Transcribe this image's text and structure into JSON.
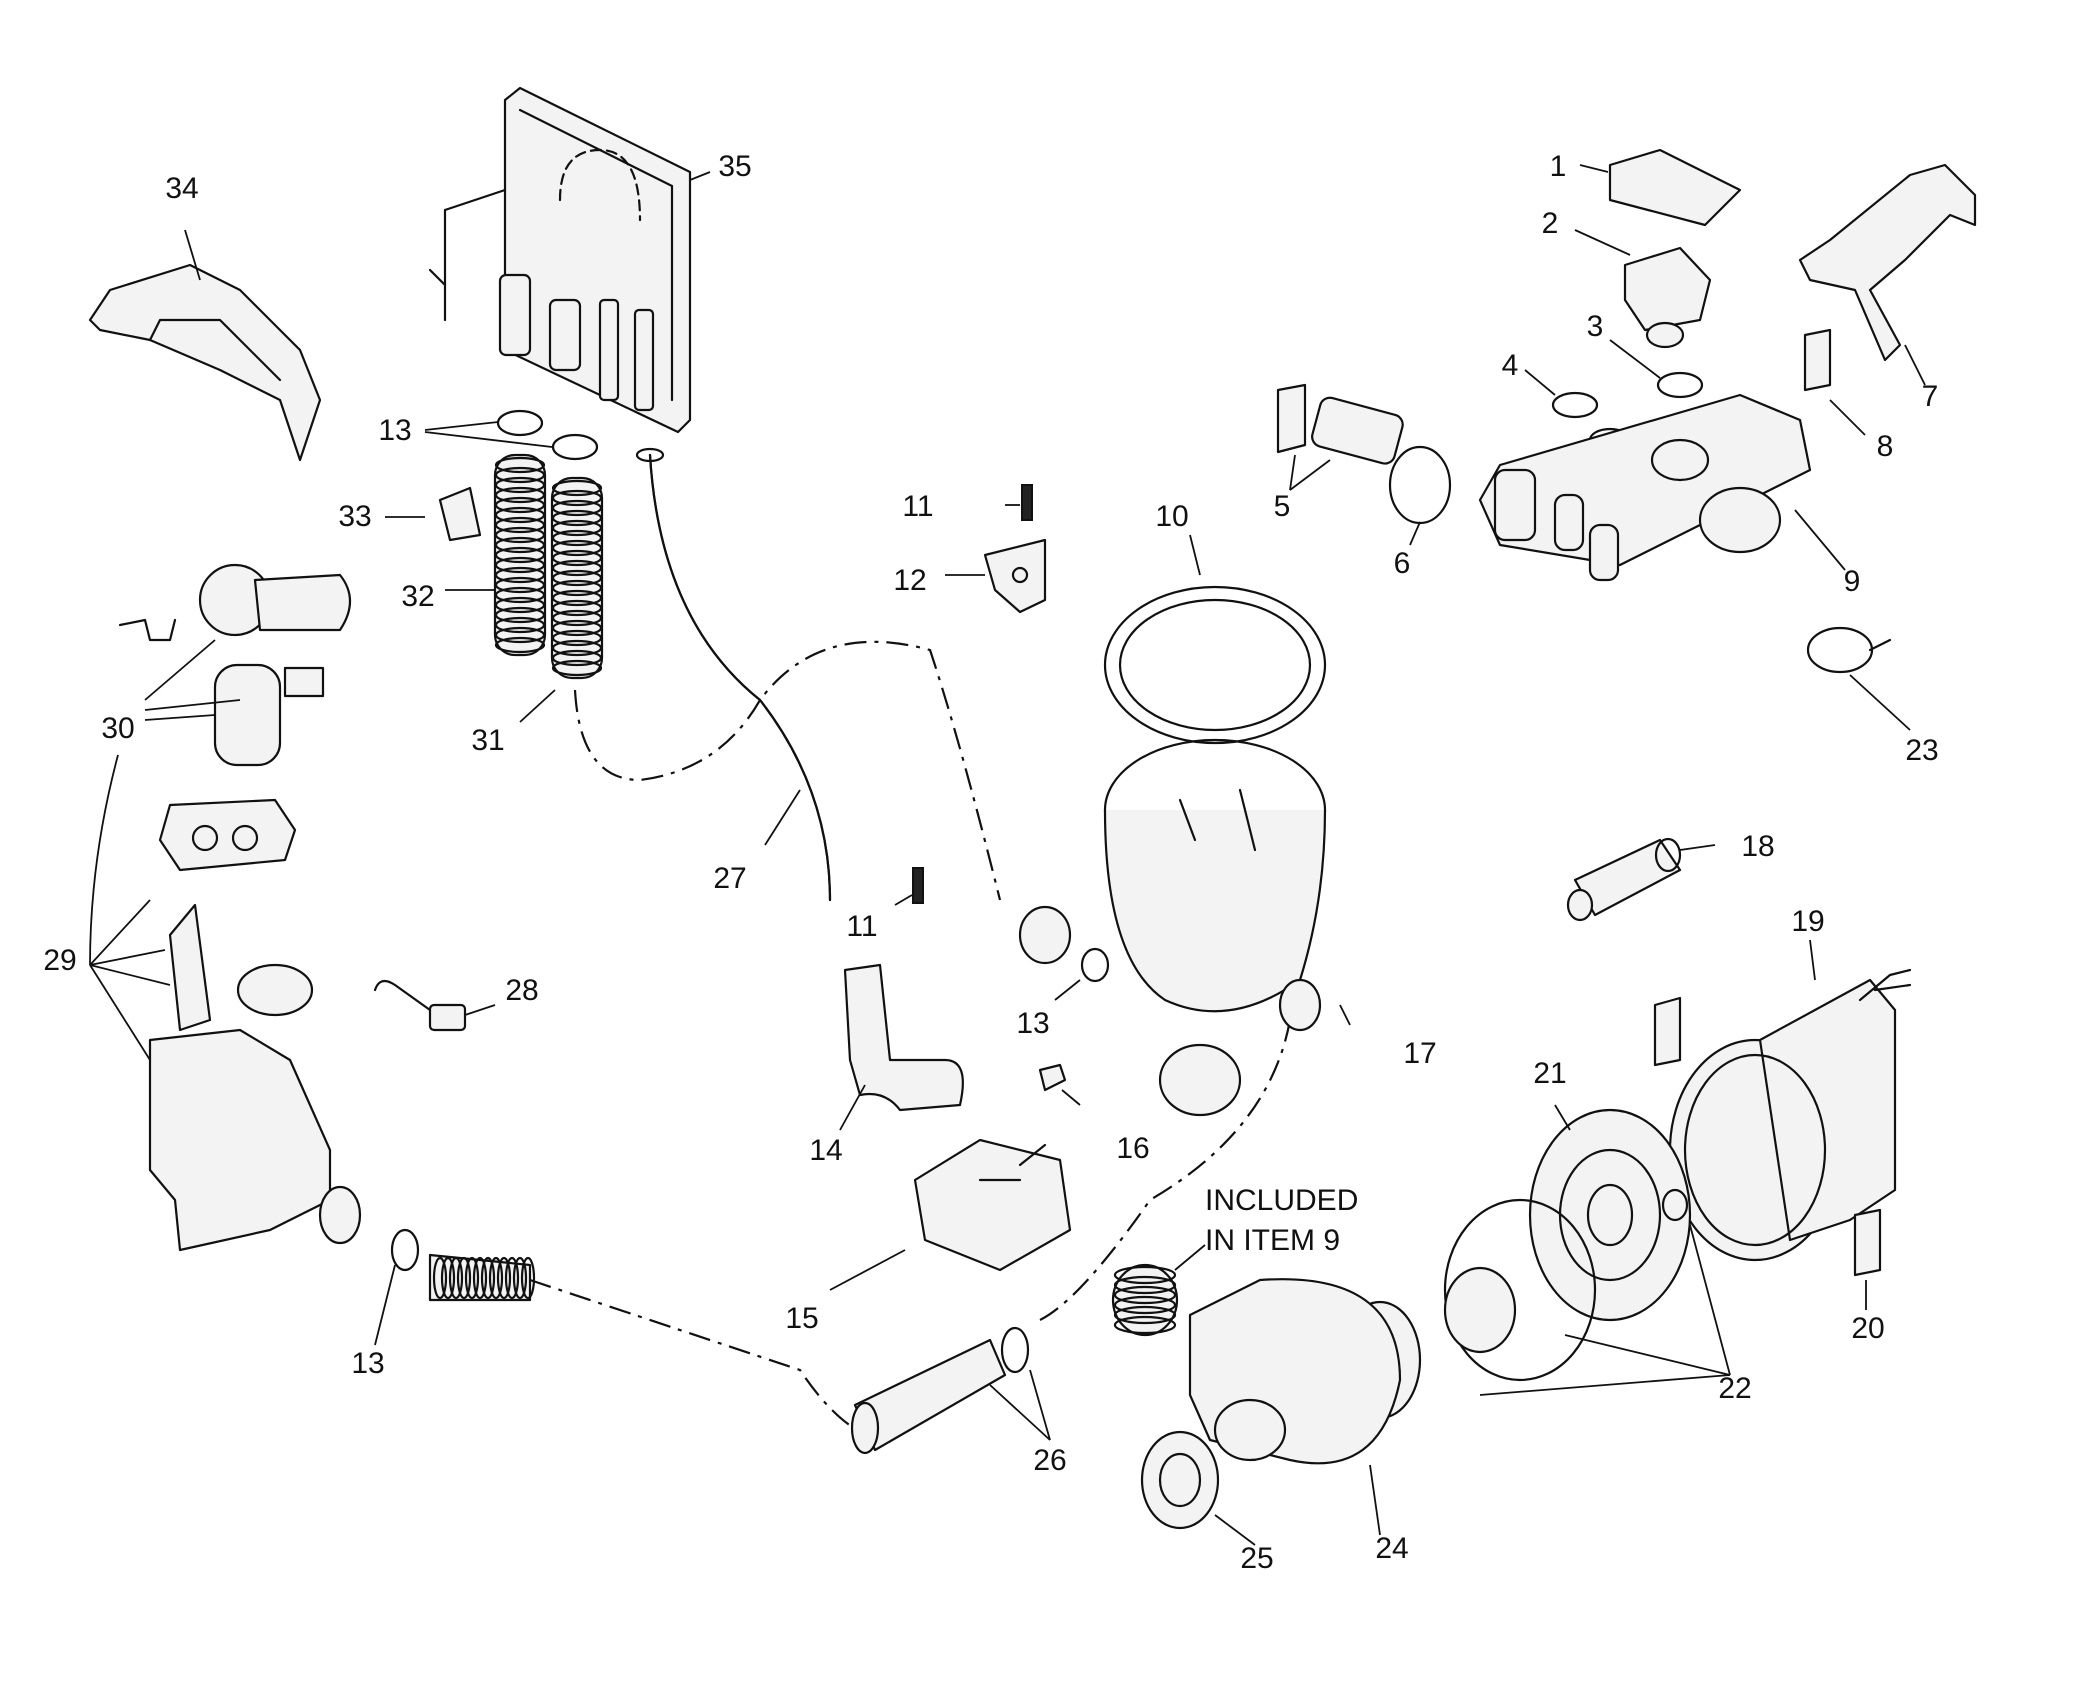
{
  "callouts": {
    "c1": "1",
    "c2": "2",
    "c3": "3",
    "c4": "4",
    "c5": "5",
    "c6": "6",
    "c7": "7",
    "c8": "8",
    "c9": "9",
    "c10": "10",
    "c11a": "11",
    "c11b": "11",
    "c12": "12",
    "c13a": "13",
    "c13b": "13",
    "c13c": "13",
    "c14": "14",
    "c15": "15",
    "c16": "16",
    "c17": "17",
    "c18": "18",
    "c19": "19",
    "c20": "20",
    "c21": "21",
    "c22": "22",
    "c23": "23",
    "c24": "24",
    "c25": "25",
    "c26": "26",
    "c27": "27",
    "c28": "28",
    "c29": "29",
    "c30": "30",
    "c31": "31",
    "c32": "32",
    "c33": "33",
    "c34": "34",
    "c35": "35"
  },
  "note": {
    "line1": "INCLUDED",
    "line2": "IN ITEM 9"
  }
}
